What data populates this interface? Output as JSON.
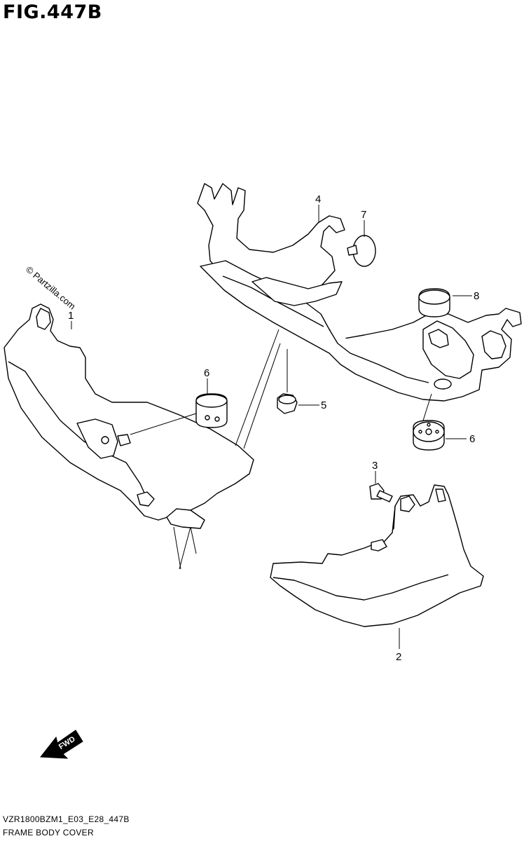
{
  "figure_title": "FIG.447B",
  "watermark": "© Partzilla.com",
  "callouts": [
    {
      "id": "1",
      "label": "1"
    },
    {
      "id": "2",
      "label": "2"
    },
    {
      "id": "3",
      "label": "3"
    },
    {
      "id": "4",
      "label": "4"
    },
    {
      "id": "5",
      "label": "5"
    },
    {
      "id": "6a",
      "label": "6"
    },
    {
      "id": "6b",
      "label": "6"
    },
    {
      "id": "7",
      "label": "7"
    },
    {
      "id": "8",
      "label": "8"
    }
  ],
  "fwd_badge": "FWD",
  "footer": {
    "model_code": "VZR1800BZM1_E03_E28_447B",
    "caption": "FRAME BODY COVER"
  }
}
